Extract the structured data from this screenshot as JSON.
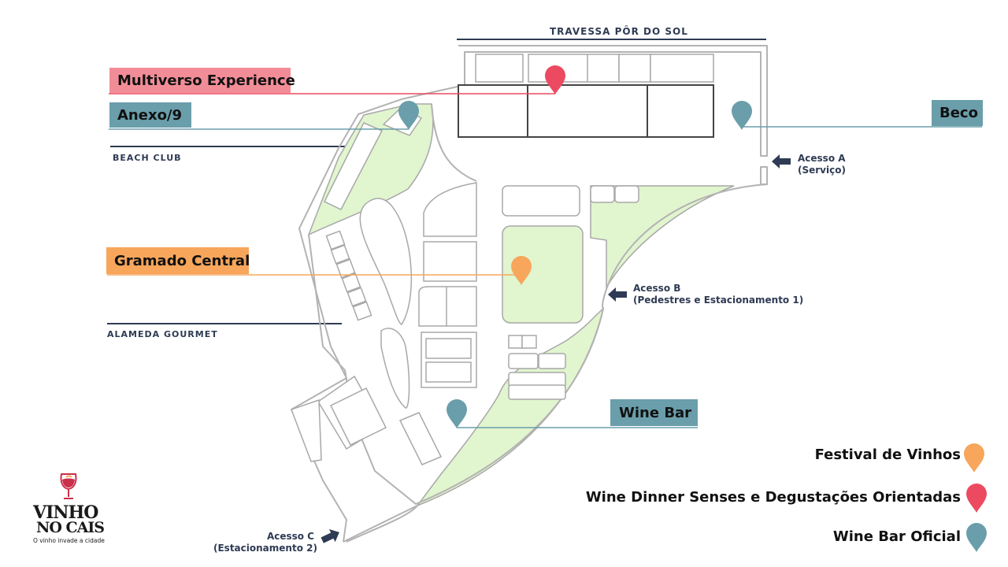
{
  "streets": {
    "top": "TRAVESSA PÔR DO SOL",
    "beach_club": "BEACH CLUB",
    "alameda": "ALAMEDA GOURMET"
  },
  "access": {
    "a_line1": "Acesso A",
    "a_line2": "(Serviço)",
    "b_line1": "Acesso B",
    "b_line2": "(Pedestres e Estacionamento 1)",
    "c_line1": "Acesso C",
    "c_line2": "(Estacionamento 2)"
  },
  "venues": {
    "multiverso": "Multiverso Experience",
    "anexo": "Anexo/9",
    "beco": "Beco",
    "gramado": "Gramado Central",
    "wine_bar": "Wine  Bar"
  },
  "legend": {
    "festival": "Festival de Vinhos",
    "dinner": "Wine Dinner Senses e Degustações Orientadas",
    "wine_bar_oficial": "Wine Bar Oficial"
  },
  "logo": {
    "line1": "VINHO",
    "line2": "NO CAIS",
    "tagline": "O vinho invade a cidade"
  },
  "colors": {
    "orange": "#f7a65b",
    "red": "#ec4a60",
    "teal": "#6a9eab",
    "pink_tag": "#f28d97",
    "green": "#e1f5cf",
    "outline": "#b3b3b3",
    "navy": "#2f3b54"
  },
  "icons": {
    "pin": "map-pin-icon",
    "arrow": "arrow-right-icon",
    "logo": "wine-glass-icon"
  }
}
